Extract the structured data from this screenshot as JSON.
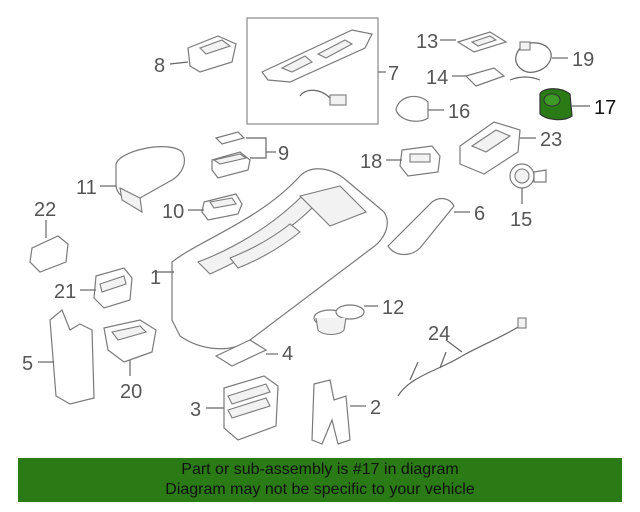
{
  "callouts": {
    "c1": "1",
    "c2": "2",
    "c3": "3",
    "c4": "4",
    "c5": "5",
    "c6": "6",
    "c7": "7",
    "c8": "8",
    "c9": "9",
    "c10": "10",
    "c11": "11",
    "c12": "12",
    "c13": "13",
    "c14": "14",
    "c15": "15",
    "c16": "16",
    "c17": "17",
    "c18": "18",
    "c19": "19",
    "c20": "20",
    "c21": "21",
    "c22": "22",
    "c23": "23",
    "c24": "24"
  },
  "highlight": {
    "part_number": "17",
    "color": "#2a7a16"
  },
  "footer": {
    "line1": "Part or sub-assembly is #17 in diagram",
    "line2": "Diagram may not be specific to your vehicle"
  }
}
